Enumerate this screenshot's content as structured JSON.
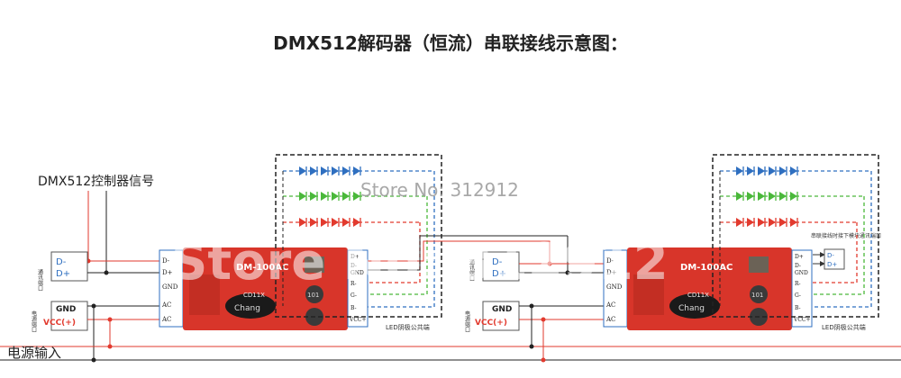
{
  "title": "DMX512解码器（恒流）串联接线示意图：",
  "controller_label": "DMX512控制器信号",
  "watermark": {
    "store": "Store No: 312912",
    "repeat": "Store No: 312912"
  },
  "power_input_label": "电源输入",
  "decoder_label": "DM-100AC",
  "chip_label": "CD11X",
  "brand_label": "Chang",
  "inductor_label": "101",
  "comm_port_label": "通讯端口",
  "power_port_label": "电源端口",
  "led_common_label": "LED阴极公共端",
  "serial_note": "串联接线时接下模块通讯端口",
  "pins_left": [
    "D-",
    "D+",
    "GND",
    "AC",
    "AC"
  ],
  "pins_right": [
    "D+",
    "D-",
    "GND",
    "R-",
    "G-",
    "B-",
    "VCC+"
  ],
  "comm_pins": [
    "D-",
    "D+"
  ],
  "power_pins": [
    "GND",
    "VCC(+)"
  ],
  "colors": {
    "red": "#e23a2e",
    "blue": "#2f6fc0",
    "green": "#4ab83a",
    "board": "#d8352a",
    "dark": "#222222"
  }
}
